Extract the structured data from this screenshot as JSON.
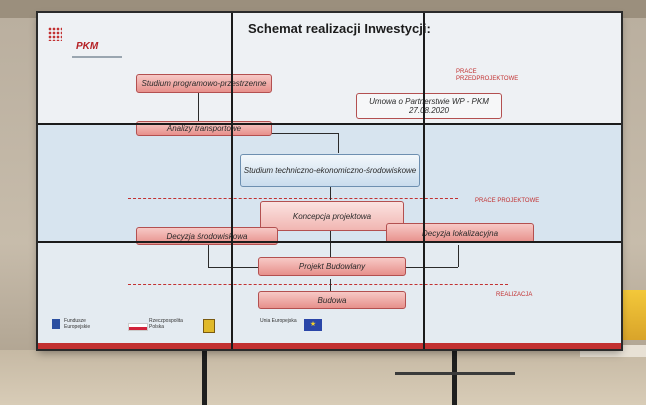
{
  "slide": {
    "title": "Schemat realizacji Inwestycji:",
    "logo_text": "PKM",
    "stage_labels": {
      "pre": "PRACE PRZEDPROJEKTOWE",
      "design": "PRACE PROJEKTOWE",
      "build": "REALIZACJA"
    },
    "boxes": {
      "studium_prog": "Studium programowo-przestrzenne",
      "umowa_line1": "Umowa o Partnerstwie WP - PKM",
      "umowa_line2": "27.08.2020",
      "analizy": "Analizy transportowe",
      "studium_tes": "Studium techniczno-ekonomiczno-środowiskowe",
      "koncepcja": "Koncepcja projektowa",
      "decyzja_srod": "Decyzja środowiskowa",
      "decyzja_lok": "Decyzja lokalizacyjna",
      "projekt": "Projekt Budowlany",
      "budowa": "Budowa"
    },
    "footer_logos": {
      "fundusze": "Fundusze Europejskie",
      "rp": "Rzeczpospolita Polska",
      "ue": "Unia Europejska"
    }
  },
  "colors": {
    "accent_red": "#c23131",
    "box_pink": "#e7908b",
    "box_blue": "#c9dced"
  }
}
